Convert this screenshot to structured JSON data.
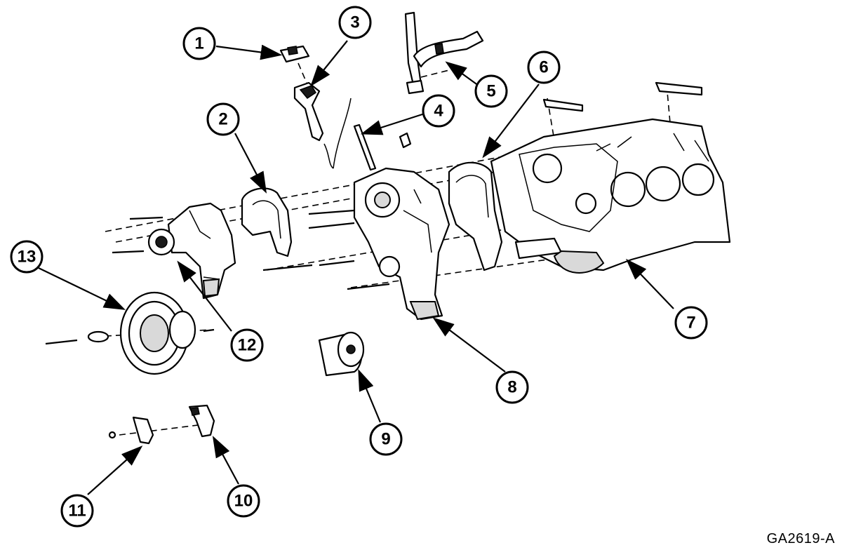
{
  "callouts": [
    {
      "id": "1",
      "label": "1"
    },
    {
      "id": "2",
      "label": "2"
    },
    {
      "id": "3",
      "label": "3"
    },
    {
      "id": "4",
      "label": "4"
    },
    {
      "id": "5",
      "label": "5"
    },
    {
      "id": "6",
      "label": "6"
    },
    {
      "id": "7",
      "label": "7"
    },
    {
      "id": "8",
      "label": "8"
    },
    {
      "id": "9",
      "label": "9"
    },
    {
      "id": "10",
      "label": "10"
    },
    {
      "id": "11",
      "label": "11"
    },
    {
      "id": "12",
      "label": "12"
    },
    {
      "id": "13",
      "label": "13"
    }
  ],
  "figure_code": "GA2619-A"
}
